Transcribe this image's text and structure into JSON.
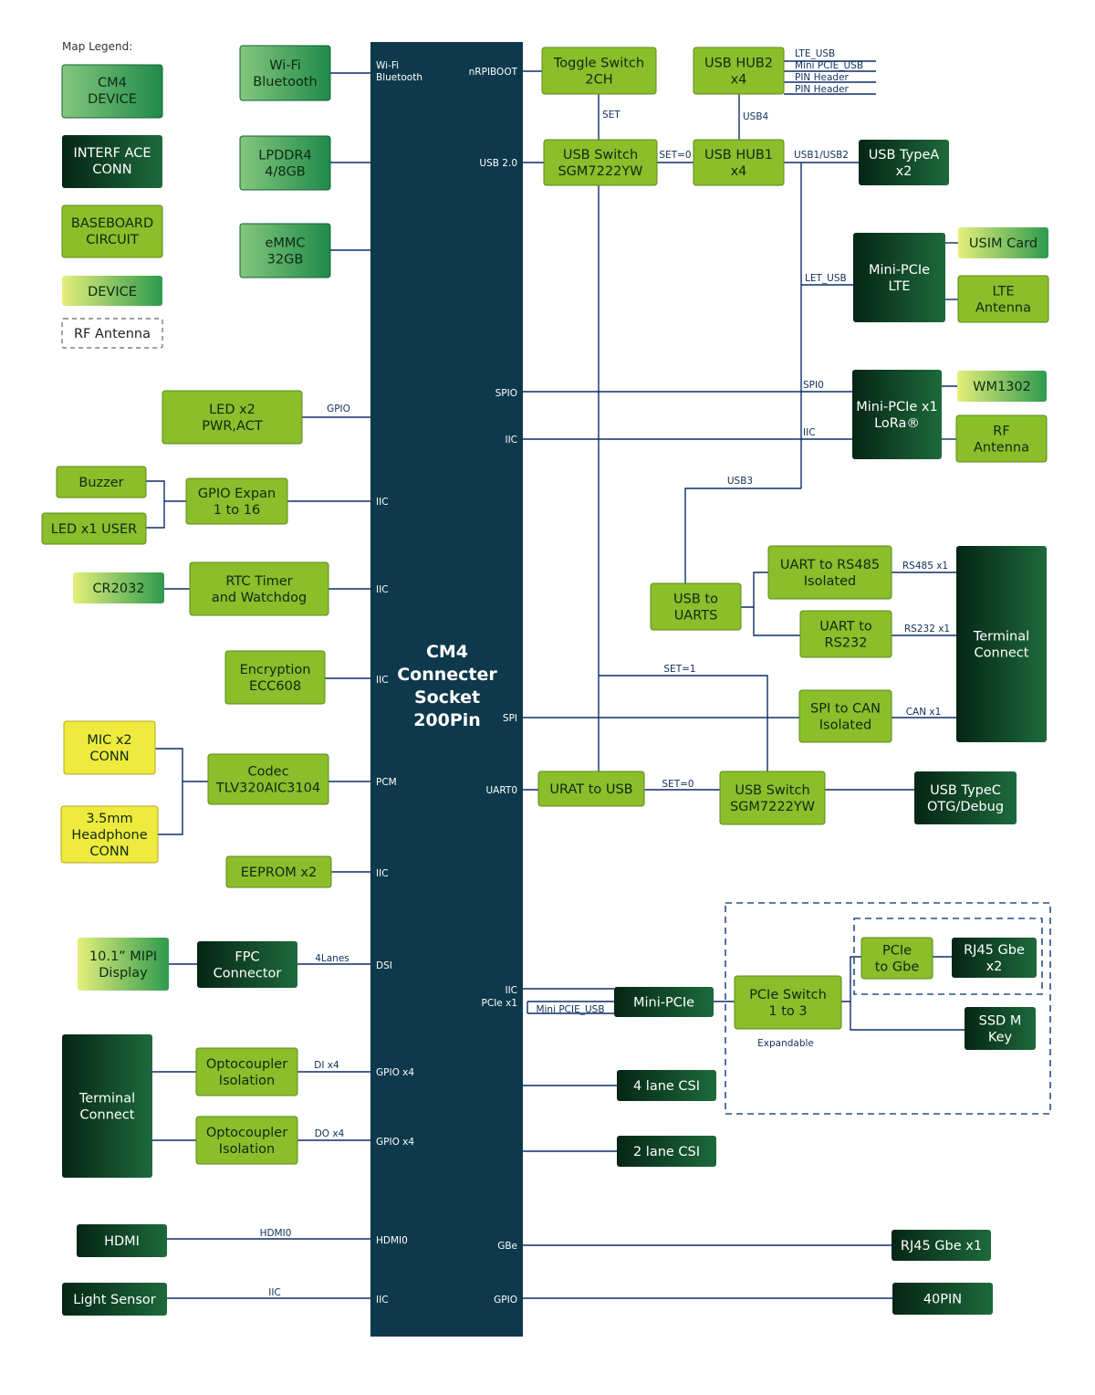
{
  "legend": {
    "title": "Map Legend:",
    "cm4_device": [
      "CM4",
      "DEVICE"
    ],
    "interface_conn": [
      "INTERF ACE",
      "CONN"
    ],
    "baseboard_circuit": [
      "BASEBOARD",
      "CIRCUIT"
    ],
    "device": "DEVICE",
    "rf_antenna": "RF Antenna"
  },
  "socket": {
    "title": [
      "CM4",
      "Connecter",
      "Socket",
      "200Pin"
    ],
    "left_pins": {
      "wifi": [
        "Wi-Fi",
        "Bluetooth"
      ],
      "gpio_expander": "IIC",
      "rtc": "IIC",
      "encryption": "IIC",
      "pcm": "PCM",
      "eeprom": "IIC",
      "dsi": "DSI",
      "gpio_in": "GPIO x4",
      "gpio_out": "GPIO x4",
      "hdmi": "HDMI0",
      "light": "IIC"
    },
    "right_pins": {
      "nrpiboot": "nRPIBOOT",
      "usb2": "USB 2.0",
      "spi0": "SPIO",
      "iic_lora": "IIC",
      "spi": "SPI",
      "uart0": "UART0",
      "iic_pcie": "IIC",
      "pcie": "PCIe x1",
      "gbe": "GBe",
      "gpio": "GPIO"
    }
  },
  "blocks": {
    "wifi": [
      "Wi-Fi",
      "Bluetooth"
    ],
    "lpddr4": [
      "LPDDR4",
      "4/8GB"
    ],
    "emmc": [
      "eMMC",
      "32GB"
    ],
    "led_x2": [
      "LED x2",
      "PWR,ACT"
    ],
    "buzzer": "Buzzer",
    "led_user": "LED x1 USER",
    "gpio_expander": [
      "GPIO Expan",
      "1 to 16"
    ],
    "cr2032": "CR2032",
    "rtc": [
      "RTC Timer",
      "and Watchdog"
    ],
    "encryption": [
      "Encryption",
      "ECC608"
    ],
    "mic": [
      "MIC x2",
      "CONN"
    ],
    "headphone": [
      "3.5mm",
      "Headphone",
      "CONN"
    ],
    "codec": [
      "Codec",
      "TLV320AIC3104"
    ],
    "eeprom": "EEPROM x2",
    "mipi_display": [
      "10.1” MIPI",
      "Display"
    ],
    "fpc": [
      "FPC",
      "Connector"
    ],
    "terminal_left": [
      "Terminal",
      "Connect"
    ],
    "opto_in": [
      "Optocoupler",
      "Isolation"
    ],
    "opto_out": [
      "Optocoupler",
      "Isolation"
    ],
    "hdmi": "HDMI",
    "light_sensor": "Light Sensor",
    "toggle_switch": [
      "Toggle Switch",
      "2CH"
    ],
    "usb_hub2": [
      "USB HUB2",
      "x4"
    ],
    "usb_switch_top": [
      "USB Switch",
      "SGM7222YW"
    ],
    "usb_hub1": [
      "USB HUB1",
      "x4"
    ],
    "usb_typea": [
      "USB TypeA",
      "x2"
    ],
    "minipcie_lte": [
      "Mini-PCIe",
      "LTE"
    ],
    "usim": "USIM Card",
    "lte_antenna": [
      "LTE",
      "Antenna"
    ],
    "minipcie_lora": [
      "Mini-PCIe x1",
      "LoRa®"
    ],
    "wm1302": "WM1302",
    "rf_antenna": [
      "RF",
      "Antenna"
    ],
    "usb_to_uarts": [
      "USB to",
      "UARTS"
    ],
    "uart_rs485": [
      "UART to RS485",
      "Isolated"
    ],
    "uart_rs232": [
      "UART to",
      "RS232"
    ],
    "terminal_right": [
      "Terminal",
      "Connect"
    ],
    "spi_can": [
      "SPI to CAN",
      "Isolated"
    ],
    "urat_usb": "URAT to USB",
    "usb_switch_bottom": [
      "USB Switch",
      "SGM7222YW"
    ],
    "usb_typec": [
      "USB TypeC",
      "OTG/Debug"
    ],
    "minipcie_bottom": "Mini-PCIe",
    "pcie_switch": [
      "PCIe Switch",
      "1 to 3"
    ],
    "pcie_gbe": [
      "PCIe",
      "to Gbe"
    ],
    "rj45_x2": [
      "RJ45 Gbe",
      "x2"
    ],
    "ssd": [
      "SSD M",
      "Key"
    ],
    "csi4": "4 lane CSI",
    "csi2": "2 lane CSI",
    "rj45_x1": "RJ45 Gbe x1",
    "pin40": "40PIN",
    "expandable": "Expandable"
  },
  "wire_labels": {
    "gpio_led": "GPIO",
    "lanes4": "4Lanes",
    "di": "DI x4",
    "do": "DO x4",
    "hdmi0": "HDMI0",
    "iic_light": "IIC",
    "set": "SET",
    "set0_top": "SET=0",
    "usb4": "USB4",
    "usb1_2": "USB1/USB2",
    "lte_usb": "LTE_USB",
    "minipcie_usb": "Mini PCIE_USB",
    "pin_header_1": "PIN Header",
    "pin_header_2": "PIN Header",
    "let_usb": "LET_USB",
    "spi0": "SPI0",
    "iic_lora": "IIC",
    "usb3": "USB3",
    "rs485": "RS485 x1",
    "rs232": "RS232 x1",
    "set1": "SET=1",
    "can": "CAN x1",
    "set0_bottom": "SET=0",
    "minipcie_usb_bottom": "Mini PCIE_USB"
  }
}
